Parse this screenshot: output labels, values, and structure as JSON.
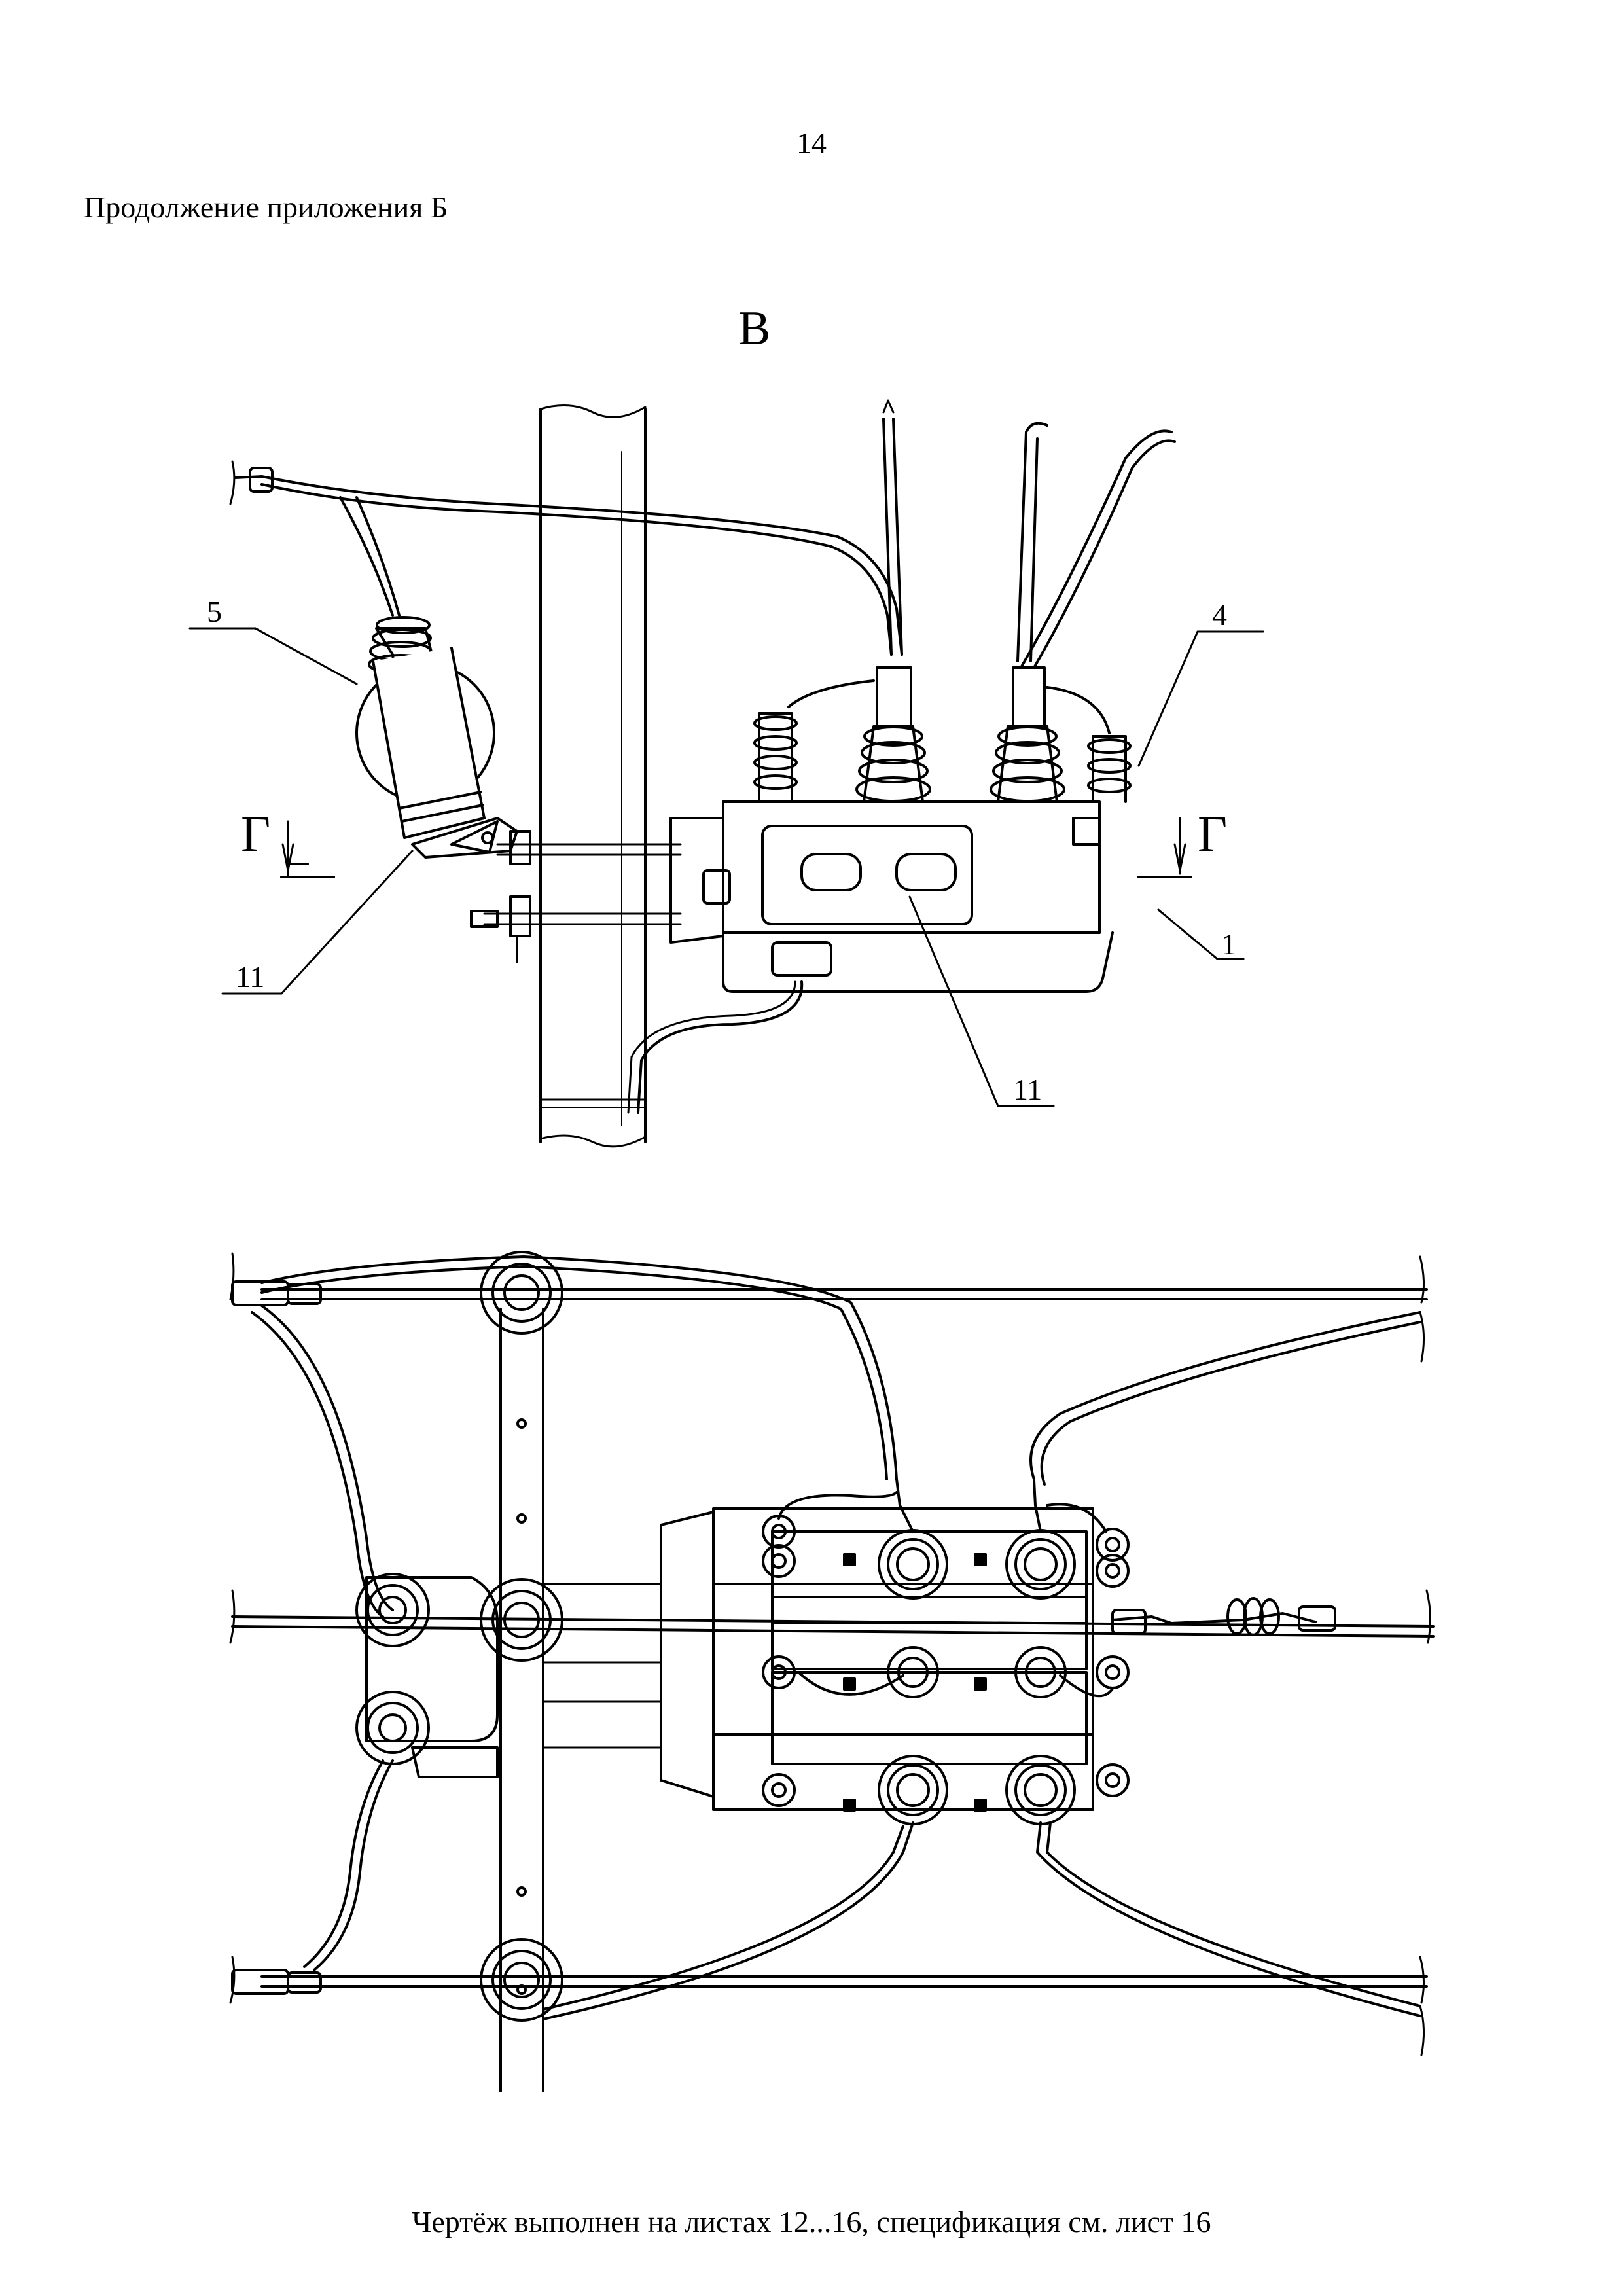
{
  "page": {
    "number": "14",
    "continuation": "Продолжение приложения Б",
    "view_letter": "В",
    "footer": "Чертёж выполнен на листах 12...16, спецификация см. лист 16"
  },
  "callouts": {
    "c5": "5",
    "c4": "4",
    "c1": "1",
    "c11_left": "11",
    "c11_center": "11",
    "section_left": "Г",
    "section_right": "Г"
  }
}
